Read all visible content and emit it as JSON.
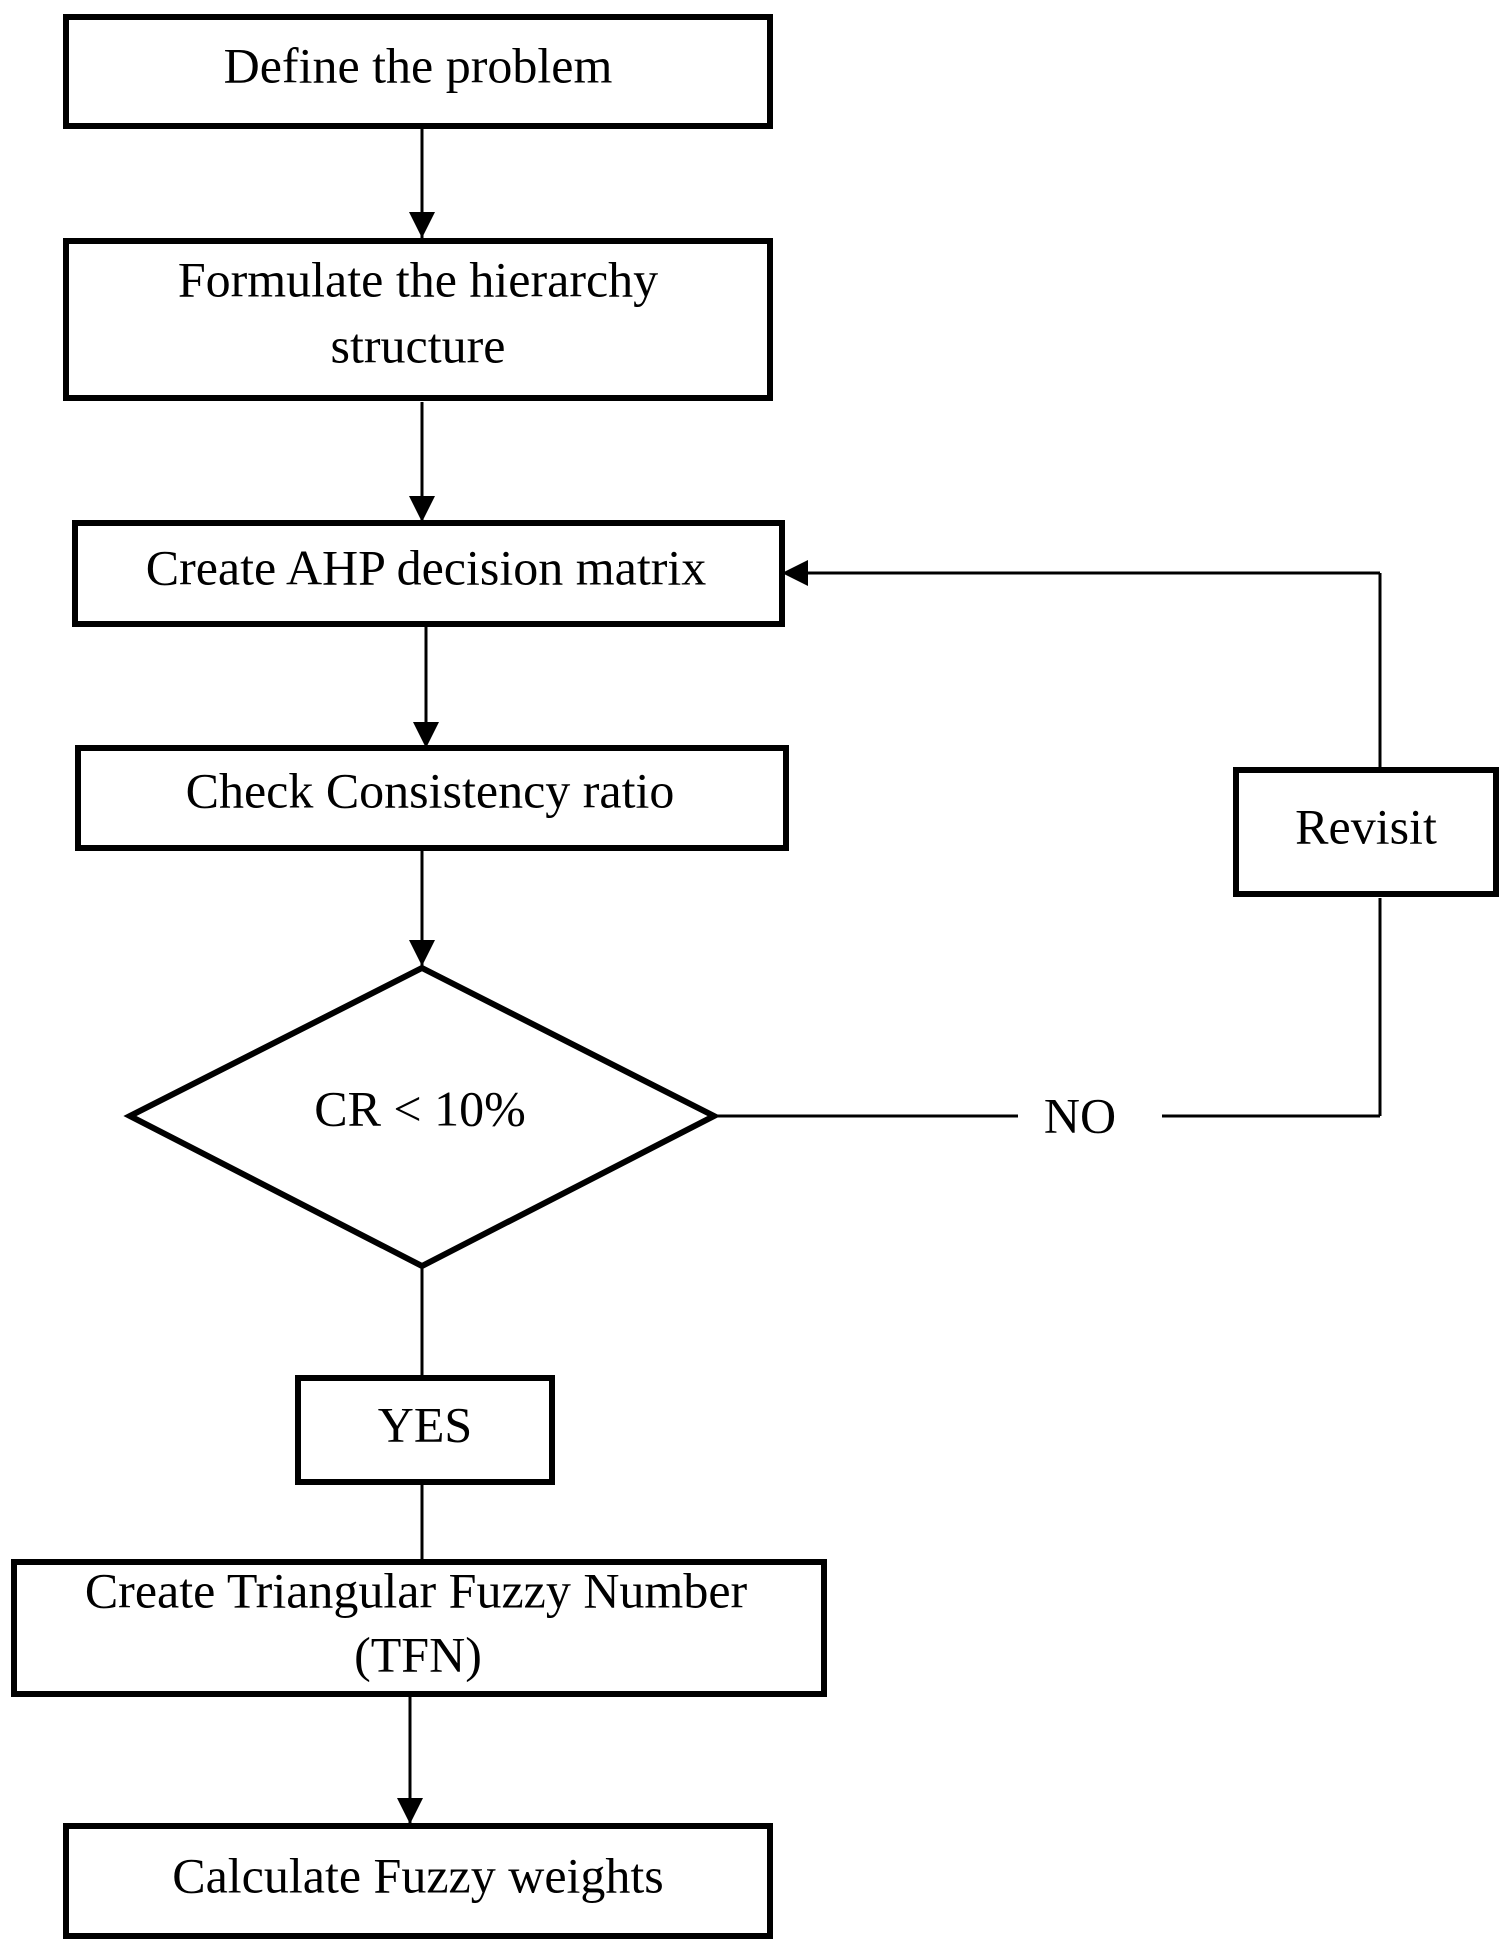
{
  "steps": {
    "define": "Define the problem",
    "formulate_line1": "Formulate the hierarchy",
    "formulate_line2": "structure",
    "create_matrix": "Create AHP decision matrix",
    "check_cr": "Check Consistency ratio",
    "decision": "CR < 10%",
    "yes": "YES",
    "no": "NO",
    "revisit": "Revisit",
    "tfn_line1": "Create Triangular Fuzzy Number",
    "tfn_line2": "(TFN)",
    "weights": "Calculate Fuzzy weights"
  }
}
